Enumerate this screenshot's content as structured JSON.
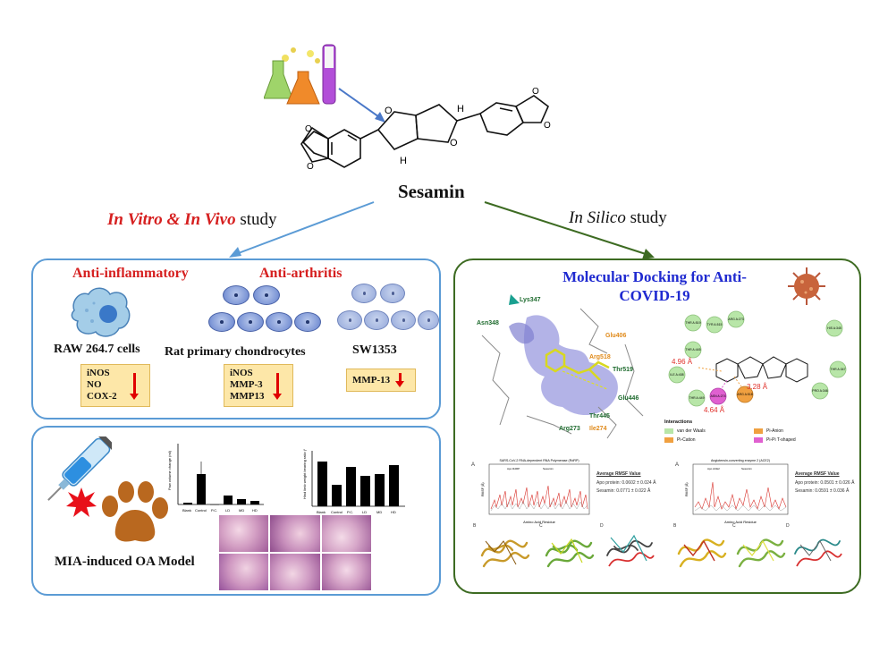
{
  "title": "Sesamin",
  "branches": {
    "left": {
      "part1": "In Vitro & In Vivo",
      "part2": " study"
    },
    "right": {
      "part1": "In Silico",
      "part2": " study"
    }
  },
  "invitro": {
    "anti_inflammatory": {
      "heading": "Anti-inflammatory",
      "cell_line": "RAW 264.7 cells",
      "markers": [
        "iNOS",
        "NO",
        "COX-2"
      ]
    },
    "anti_arthritis": {
      "heading": "Anti-arthritis",
      "chondrocytes": {
        "label": "Rat primary chondrocytes",
        "markers": [
          "iNOS",
          "MMP-3",
          "MMP13"
        ]
      },
      "sw1353": {
        "label": "SW1353",
        "markers": [
          "MMP-13"
        ]
      }
    }
  },
  "invivo": {
    "model_label": "MIA-induced OA Model",
    "bar_chart_1": {
      "categories": [
        "Blank",
        "Control",
        "P.C.",
        "LD",
        "MD",
        "HD"
      ]
    },
    "bar_chart_2": {
      "categories": [
        "Blank",
        "Control",
        "P.C.",
        "LD",
        "MD",
        "HD"
      ]
    }
  },
  "insilico": {
    "heading_line1": "Molecular Docking for Anti-",
    "heading_line2": "COVID-19",
    "residues_3d": [
      "Lys347",
      "Asn348",
      "Glu406",
      "Arg518",
      "Thr519",
      "Glu446",
      "Thr445",
      "Arg273",
      "Ile274"
    ],
    "residues_2d": [
      "THR A:519",
      "TYR A:515",
      "ARG A:273",
      "HIS A:345",
      "THR A:445",
      "ILE A:408",
      "THR A:347",
      "PRO A:346",
      "THR A:449",
      "ASN A:274",
      "ARG A:518"
    ],
    "distances": [
      "4.96 Å",
      "3.28 Å",
      "4.64 Å"
    ],
    "interactions": {
      "title": "Interactions",
      "items": [
        {
          "label": "van der Waals",
          "color": "#b8e6a8"
        },
        {
          "label": "Pi-Anion",
          "color": "#f0a040"
        },
        {
          "label": "Pi-Cation",
          "color": "#f0a040"
        },
        {
          "label": "Pi-Pi T-shaped",
          "color": "#e060d0"
        }
      ]
    },
    "rmsf_left": {
      "panel_letter": "A",
      "title": "SARS-CoV-2 RNA-dependent RNA Polymerase (RdRP)",
      "legend": [
        "Apo RdRP",
        "Sesamin"
      ],
      "side_title": "Average RMSF Value",
      "side_lines": [
        "Apo protein: 0.0602 ± 0.024 Å",
        "Sesamin: 0.0771 ± 0.022 Å"
      ],
      "xlabel": "Amino Acid Residue",
      "ylabel": "RMSF (Å)"
    },
    "rmsf_right": {
      "panel_letter": "A",
      "title": "Angiotensin-converting enzyme 2 (ACE2)",
      "legend": [
        "Apo ACE2",
        "Sesamin"
      ],
      "side_title": "Average RMSF Value",
      "side_lines": [
        "Apo protein: 0.0501 ± 0.026 Å",
        "Sesamin: 0.0591 ± 0.036 Å"
      ],
      "xlabel": "Amino Acid Residue",
      "ylabel": "RMSF (Å)"
    },
    "structure_letters": [
      "B",
      "C",
      "D",
      "B",
      "C",
      "D"
    ]
  },
  "colors": {
    "panel_blue": "#5b9bd5",
    "panel_green": "#3d6b22",
    "red_heading": "#d62020",
    "blue_heading": "#1f2ad0",
    "marker_box": "#fde7a8"
  }
}
